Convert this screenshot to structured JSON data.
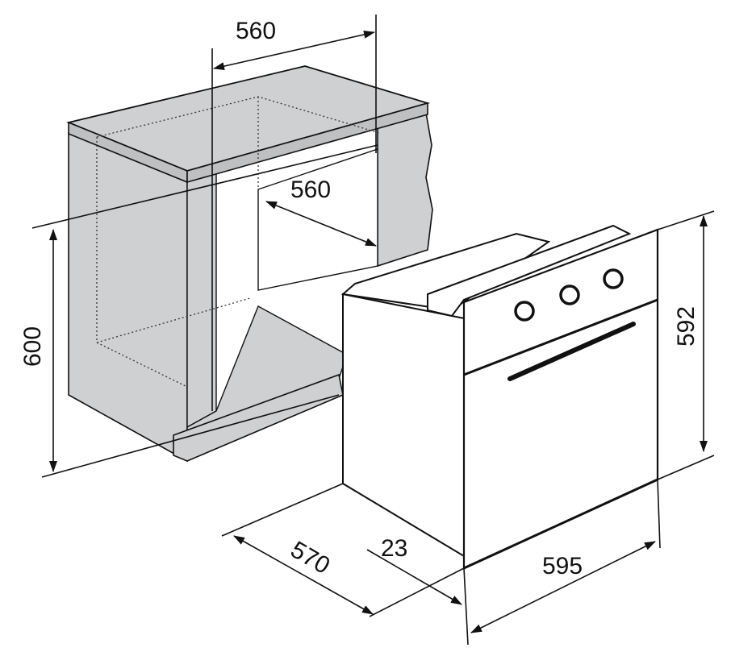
{
  "diagram": {
    "colors": {
      "cabinet": "#cfd0d2",
      "line": "#111111",
      "oven": "#ffffff"
    },
    "dimensions": {
      "niche_width_top": "560",
      "niche_depth": "560",
      "niche_height": "600",
      "oven_height": "592",
      "oven_depth": "570",
      "door_thickness": "23",
      "oven_width": "595"
    }
  }
}
